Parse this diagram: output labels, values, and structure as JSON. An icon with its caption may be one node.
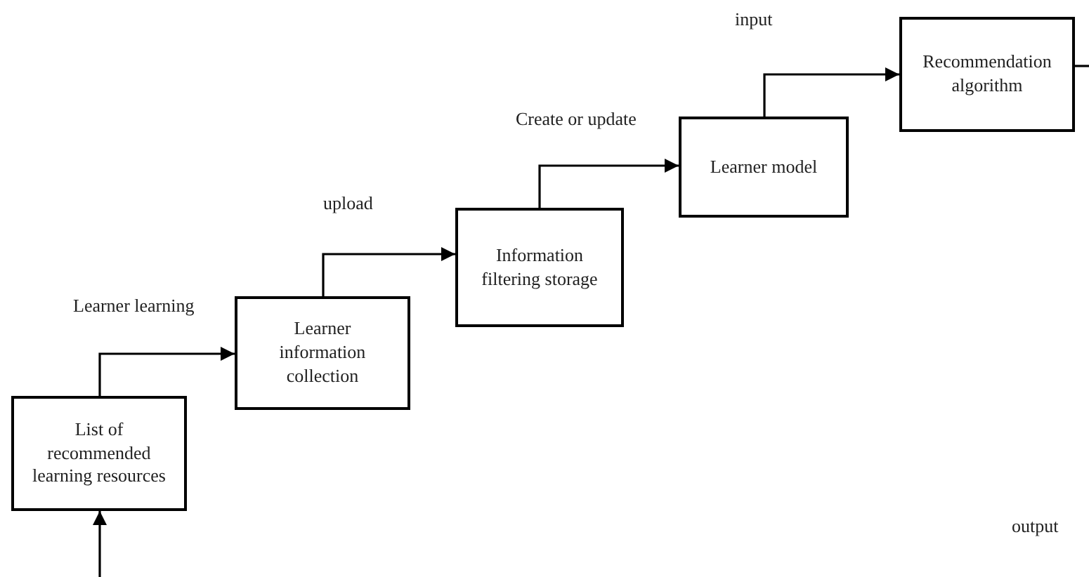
{
  "diagram": {
    "nodes": [
      {
        "text": [
          "List of recommended learning resources"
        ]
      },
      {
        "text": [
          "Learner information collection"
        ]
      },
      {
        "text": [
          "Information filtering storage"
        ]
      },
      {
        "text": [
          "Learner model"
        ]
      },
      {
        "text": [
          "Recommendation algorithm"
        ]
      }
    ],
    "edges": [
      {
        "from": 0,
        "to": 1,
        "arrow": "to",
        "label": "Learner learning"
      },
      {
        "from": 1,
        "to": 2,
        "arrow": "to",
        "label": "upload"
      },
      {
        "from": 2,
        "to": 3,
        "arrow": "to",
        "label": "Create or update"
      },
      {
        "from": 3,
        "to": 4,
        "arrow": "to",
        "label": "input"
      },
      {
        "from": 4,
        "to": null,
        "arrow": "none"
      },
      {
        "from": null,
        "to": 0,
        "arrow": "to"
      }
    ],
    "labels": [
      "output"
    ]
  }
}
